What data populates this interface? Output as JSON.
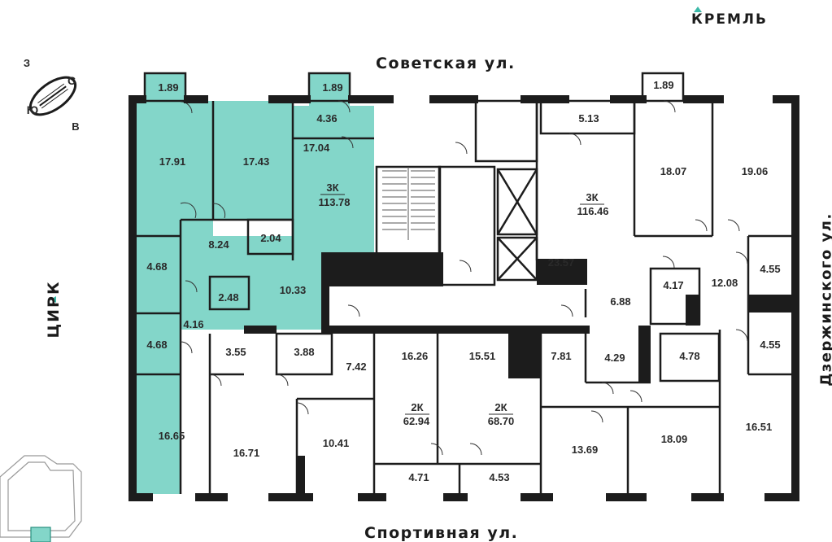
{
  "streets": {
    "top": "Советская ул.",
    "bottom": "Спортивная ул.",
    "right": "Дзержинского ул.",
    "left": "ЦИРК",
    "top_right": "КРЕМЛЬ"
  },
  "compass": {
    "n": "С",
    "s": "Ю",
    "e": "В",
    "w": "З"
  },
  "colors": {
    "highlight": "#83d6c9",
    "wall": "#1c1c1c",
    "marker": "#3cb9a8"
  },
  "apartments": [
    {
      "type": "3К",
      "area": "113.78"
    },
    {
      "type": "3К",
      "area": "116.46"
    },
    {
      "type": "2К",
      "area": "62.94"
    },
    {
      "type": "2К",
      "area": "68.70"
    }
  ],
  "rooms": [
    "1.89",
    "1.89",
    "1.89",
    "17.91",
    "17.43",
    "4.36",
    "17.04",
    "5.13",
    "18.07",
    "19.06",
    "8.24",
    "2.04",
    "4.68",
    "2.48",
    "10.33",
    "4.16",
    "4.68",
    "16.65",
    "23.57",
    "6.88",
    "4.17",
    "12.08",
    "4.55",
    "4.55",
    "3.55",
    "3.88",
    "7.42",
    "16.26",
    "15.51",
    "7.81",
    "4.29",
    "4.78",
    "16.71",
    "10.41",
    "4.71",
    "4.53",
    "13.69",
    "18.09",
    "16.51"
  ]
}
